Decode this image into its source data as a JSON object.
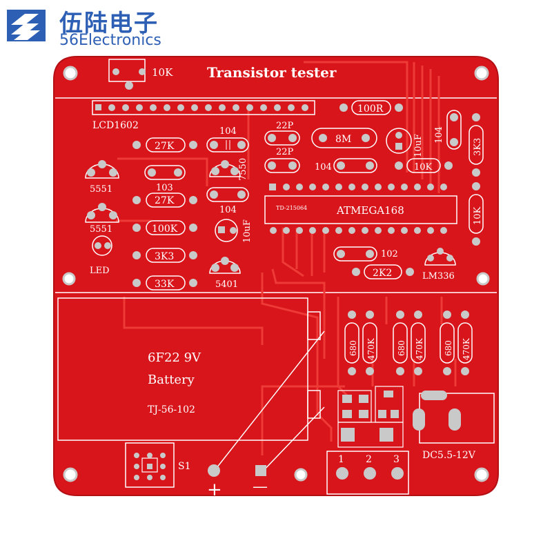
{
  "logo": {
    "cn": "伍陆电子",
    "en": "56Electronics"
  },
  "board": {
    "title": "Transistor  tester",
    "pot_label": "10K",
    "lcd_label": "LCD1602",
    "mcu_label": "ATMEGA168",
    "mcu_small": "TD-215064",
    "crystal": "8M",
    "labels": {
      "r100": "100R",
      "c22p_a": "22P",
      "c22p_b": "22P",
      "c104_top": "104",
      "c104_mid": "104",
      "c104_right": "104",
      "c104_low": "104",
      "r27k_a": "27K",
      "r27k_b": "27K",
      "c103": "103",
      "r100k": "100K",
      "r3k3_a": "3K3",
      "r33k": "33K",
      "q5551_a": "5551",
      "q5551_b": "5551",
      "led": "LED",
      "q7550": "7550",
      "c10uf_a": "10uF",
      "c10uf_b": "10uF",
      "q5401": "5401",
      "r10k_a": "10K",
      "r10k_b": "10K",
      "r3k3_b": "3K3",
      "c102": "102",
      "r2k2": "2K2",
      "lm336": "LM336",
      "r680_1": "680",
      "r470k_1": "470K",
      "r680_2": "680",
      "r470k_2": "470K",
      "r680_3": "680",
      "r470k_3": "470K",
      "battery_1": "6F22  9V",
      "battery_2": "Battery",
      "battery_3": "TJ-56-102",
      "switch": "S1",
      "dc": "DC5.5-12V",
      "pin1": "1",
      "pin2": "2",
      "pin3": "3",
      "plus": "+",
      "minus": "—"
    }
  },
  "colors": {
    "pcb": "#d8151b",
    "silk": "#ffffff",
    "trace": "#f0403a",
    "pad": "#c9c9c9",
    "brand": "#2d5fb5"
  }
}
